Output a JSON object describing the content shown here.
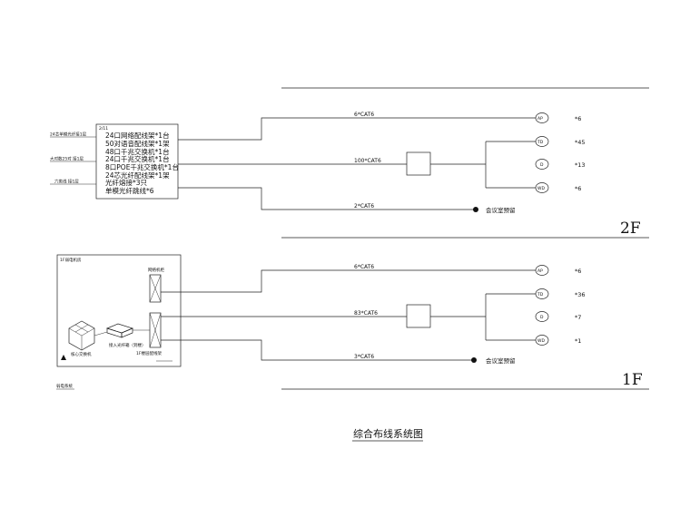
{
  "floor2": {
    "label": "2F",
    "box_header": "2/11",
    "box_lines": [
      "24口网络配线架*1台",
      "50对语音配线架*1架",
      "48口千兆交换机*1台",
      "24口千兆交换机*1台",
      "8口POE千兆交换机*1台",
      "24芯光纤配线架*1架",
      "光纤熔接*3只",
      "单模光纤跳线*6"
    ],
    "left_feeds": [
      "24芯单模光纤接1层",
      "大对数25对 接1层",
      "六类线 接1层"
    ],
    "cable_ap": "6*CAT6",
    "cable_main": "100*CAT6",
    "cable_meeting": "2*CAT6",
    "meeting": "会议室预留",
    "outlets": [
      {
        "sym": "AP",
        "count": "*6"
      },
      {
        "sym": "TD",
        "count": "*45"
      },
      {
        "sym": "D",
        "count": "*13"
      },
      {
        "sym": "WD",
        "count": "*6"
      }
    ]
  },
  "floor1": {
    "label": "1F",
    "room_label": "1F弱电机房",
    "rack_label": "网络机柜",
    "core_label": "核心交换机",
    "isp_label": "接入光纤箱（到楼）",
    "dist_label": "1F楼层配线架",
    "cable_ap": "6*CAT6",
    "cable_main": "83*CAT6",
    "cable_meeting": "3*CAT6",
    "meeting": "会议室预留",
    "outlets": [
      {
        "sym": "AP",
        "count": "*6"
      },
      {
        "sym": "TD",
        "count": "*36"
      },
      {
        "sym": "D",
        "count": "*7"
      },
      {
        "sym": "WD",
        "count": "*1"
      }
    ]
  },
  "legend_text": "弱电系统",
  "diagram_title": "综合布线系统图"
}
